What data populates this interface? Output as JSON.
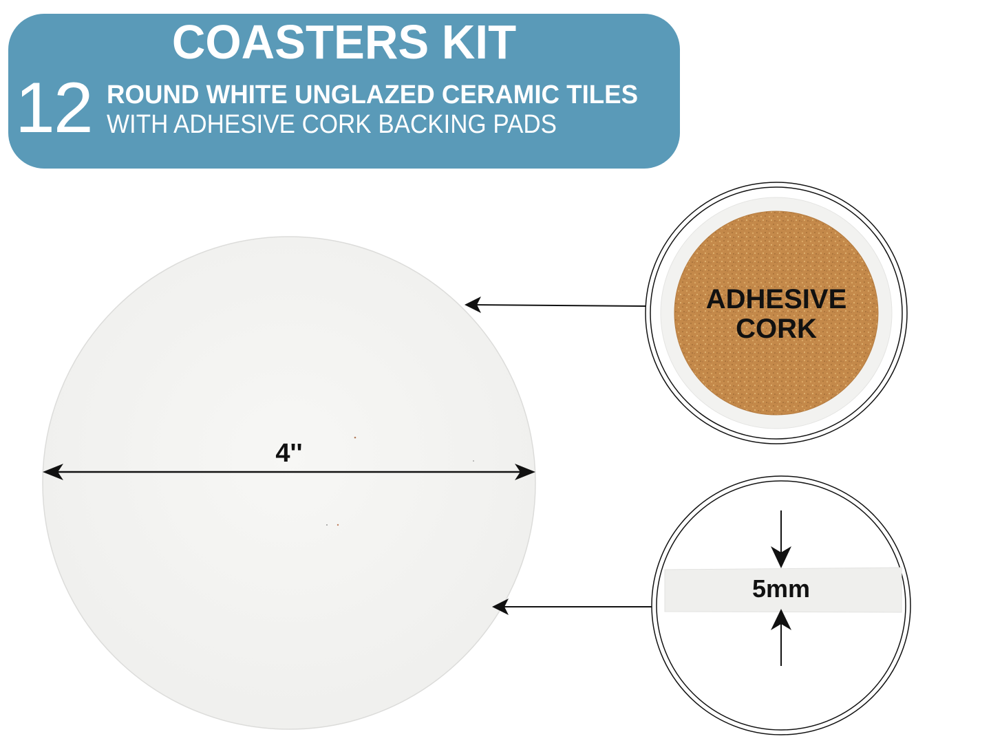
{
  "banner": {
    "title": "COASTERS KIT",
    "count": "12",
    "line1": "ROUND WHITE UNGLAZED CERAMIC TILES",
    "line2": "WITH ADHESIVE CORK BACKING PADS",
    "color": "#5a9ab8"
  },
  "main_tile": {
    "diameter_label": "4''",
    "tile_color": "#f4f4f2"
  },
  "callouts": {
    "cork": {
      "label_line1": "ADHESIVE",
      "label_line2": "CORK",
      "cork_color": "#c4894a"
    },
    "thickness": {
      "label": "5mm"
    }
  }
}
